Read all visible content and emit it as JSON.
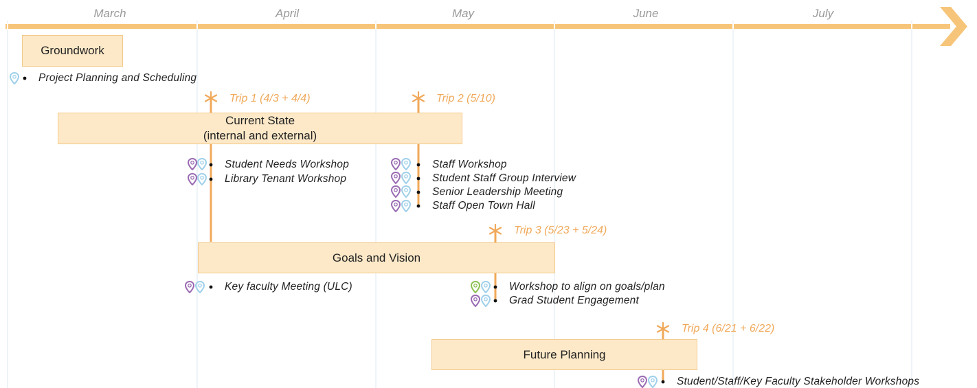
{
  "months": [
    "March",
    "April",
    "May",
    "June",
    "July"
  ],
  "phases": {
    "groundwork": "Groundwork",
    "current_state": "Current State\n(internal and external)",
    "goals_vision": "Goals and Vision",
    "future_planning": "Future Planning"
  },
  "trips": {
    "trip1": "Trip 1 (4/3 + 4/4)",
    "trip2": "Trip 2 (5/10)",
    "trip3": "Trip 3 (5/23 + 5/24)",
    "trip4": "Trip 4 (6/21 + 6/22)"
  },
  "activities": {
    "project_planning": "Project Planning and Scheduling",
    "student_needs": "Student Needs Workshop",
    "library_tenant": "Library Tenant Workshop",
    "staff_workshop": "Staff Workshop",
    "student_staff_group": "Student Staff Group Interview",
    "senior_leadership": "Senior Leadership Meeting",
    "staff_town_hall": "Staff Open Town Hall",
    "key_faculty": "Key faculty Meeting (ULC)",
    "workshop_align": "Workshop to align on goals/plan",
    "grad_student": "Grad Student Engagement",
    "stakeholder_workshops": "Student/Staff/Key Faculty Stakeholder Workshops"
  },
  "colors": {
    "timeline_orange": "#f7c57a",
    "milestone_orange": "#f0a95a",
    "phase_fill": "#fde9c8",
    "pin_purple": "#9a6bb3",
    "pin_blue": "#9fd0ea",
    "pin_green": "#8cc152",
    "gridline": "#dde8f2"
  },
  "icons": [
    "pin-purple-icon",
    "pin-blue-icon",
    "pin-green-icon",
    "milestone-star-icon",
    "arrow-head-icon"
  ]
}
